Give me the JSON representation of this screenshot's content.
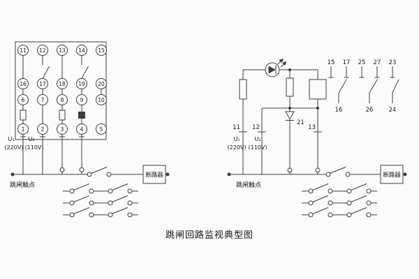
{
  "caption": "跳闸回路监视典型图",
  "left_block": {
    "rows": [
      [
        "11",
        "12",
        "13",
        "14",
        "15"
      ],
      [
        "16",
        "17",
        "18",
        "19",
        "20"
      ],
      [
        "6",
        "7",
        "8",
        "9",
        "10"
      ],
      [
        "1",
        "2",
        "3",
        "4",
        "5"
      ]
    ],
    "u1": "U₁",
    "u1_volt": "(220V)",
    "u2": "U₂",
    "u2_volt": "(110V)",
    "trip_contact_label": "跳闸触点",
    "breaker_label": "断路器"
  },
  "right_schematic": {
    "terminal_11": "11",
    "terminal_12": "12",
    "terminal_13": "13",
    "terminal_21": "21",
    "u1": "U₁",
    "u1_volt": "(220V)",
    "u2": "U₂",
    "u2_volt": "(110V)",
    "contact_top": [
      "15",
      "17",
      "25",
      "27",
      "23"
    ],
    "contact_bottom": [
      "16",
      "26",
      "24"
    ],
    "trip_contact_label": "跳闸触点",
    "breaker_label": "断路器"
  }
}
